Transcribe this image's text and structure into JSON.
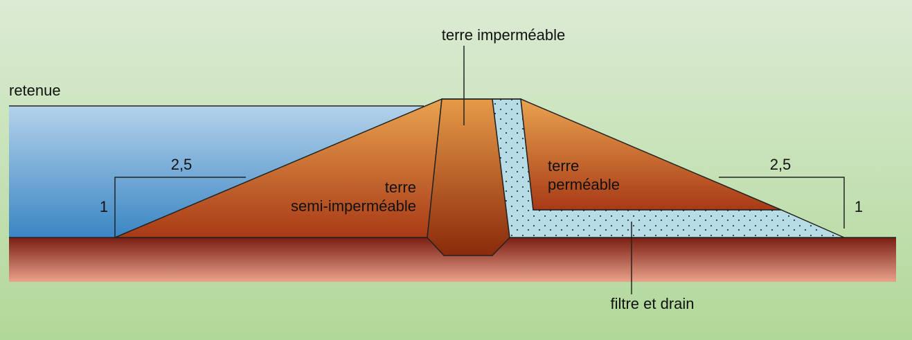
{
  "labels": {
    "retenue": "retenue",
    "terre_impermeable": "terre imperméable",
    "terre_semi_1": "terre",
    "terre_semi_2": "semi-imperméable",
    "terre_permeable_1": "terre",
    "terre_permeable_2": "perméable",
    "filtre_drain": "filtre et drain",
    "slope_left_h": "2,5",
    "slope_left_v": "1",
    "slope_right_h": "2,5",
    "slope_right_v": "1"
  },
  "colors": {
    "background_top": "#dcebd4",
    "background_bottom": "#b0d898",
    "water_top": "#b4d2ea",
    "water_bottom": "#3a86c4",
    "earth_light": "#e9a350",
    "earth_dark": "#a83a16",
    "core_dark": "#8a2a0a",
    "ground_top": "#7a1e12",
    "ground_bottom": "#e9a28a",
    "filter": "#b8dce6"
  }
}
